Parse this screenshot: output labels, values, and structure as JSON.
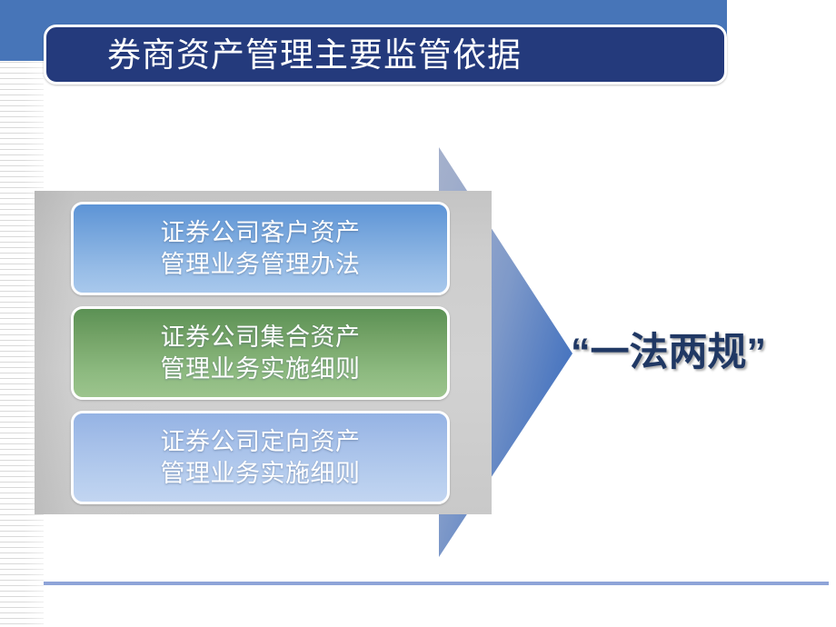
{
  "slide": {
    "title": "券商资产管理主要监管依据",
    "callout": "“一法两规”"
  },
  "diagram": {
    "cards": [
      {
        "label": "证券公司客户资产\n管理业务管理办法",
        "color": "#7ba9de"
      },
      {
        "label": "证券公司集合资产\n管理业务实施细则",
        "color": "#74a367"
      },
      {
        "label": "证券公司定向资产\n管理业务实施细则",
        "color": "#a6c0e9"
      }
    ],
    "arrow": {
      "name": "right-arrow-shape",
      "gradient_start": "#a8b2cb",
      "gradient_end": "#3f6fbe"
    }
  },
  "theme": {
    "header_band": "#4775b8",
    "title_plaque": "#243a7c",
    "title_text": "#ffffff",
    "panel_gray": "#cdcdcd",
    "callout_text": "#203864",
    "bottom_rule": "#8ea4d8"
  }
}
